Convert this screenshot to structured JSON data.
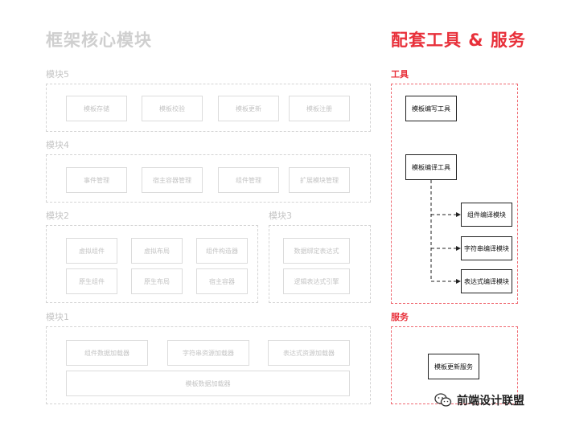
{
  "titles": {
    "left": "框架核心模块",
    "right": "配套工具 & 服务"
  },
  "modules": {
    "m5": {
      "label": "模块5",
      "items": [
        "模板存储",
        "模板校验",
        "模板更新",
        "模板注册"
      ]
    },
    "m4": {
      "label": "模块4",
      "items": [
        "事件管理",
        "宿主容器管理",
        "组件管理",
        "扩展模块管理"
      ]
    },
    "m2": {
      "label": "模块2",
      "items": [
        "虚拟组件",
        "虚拟布局",
        "组件构造器",
        "原生组件",
        "原生布局",
        "宿主容器"
      ]
    },
    "m3": {
      "label": "模块3",
      "items": [
        "数据绑定表达式",
        "逻辑表达式引擎"
      ]
    },
    "m1": {
      "label": "模块1",
      "items": [
        "组件数据加载器",
        "字符串资源加载器",
        "表达式资源加载器",
        "模板数据加载器"
      ]
    }
  },
  "tools": {
    "label": "工具",
    "editor": "模板编写工具",
    "compiler": "模板编译工具",
    "sub": [
      "组件编译模块",
      "字符串编译模块",
      "表达式编译模块"
    ]
  },
  "services": {
    "label": "服务",
    "item": "模板更新服务"
  },
  "footer": {
    "brand": "前端设计联盟",
    "icon": "wechat-icon"
  }
}
